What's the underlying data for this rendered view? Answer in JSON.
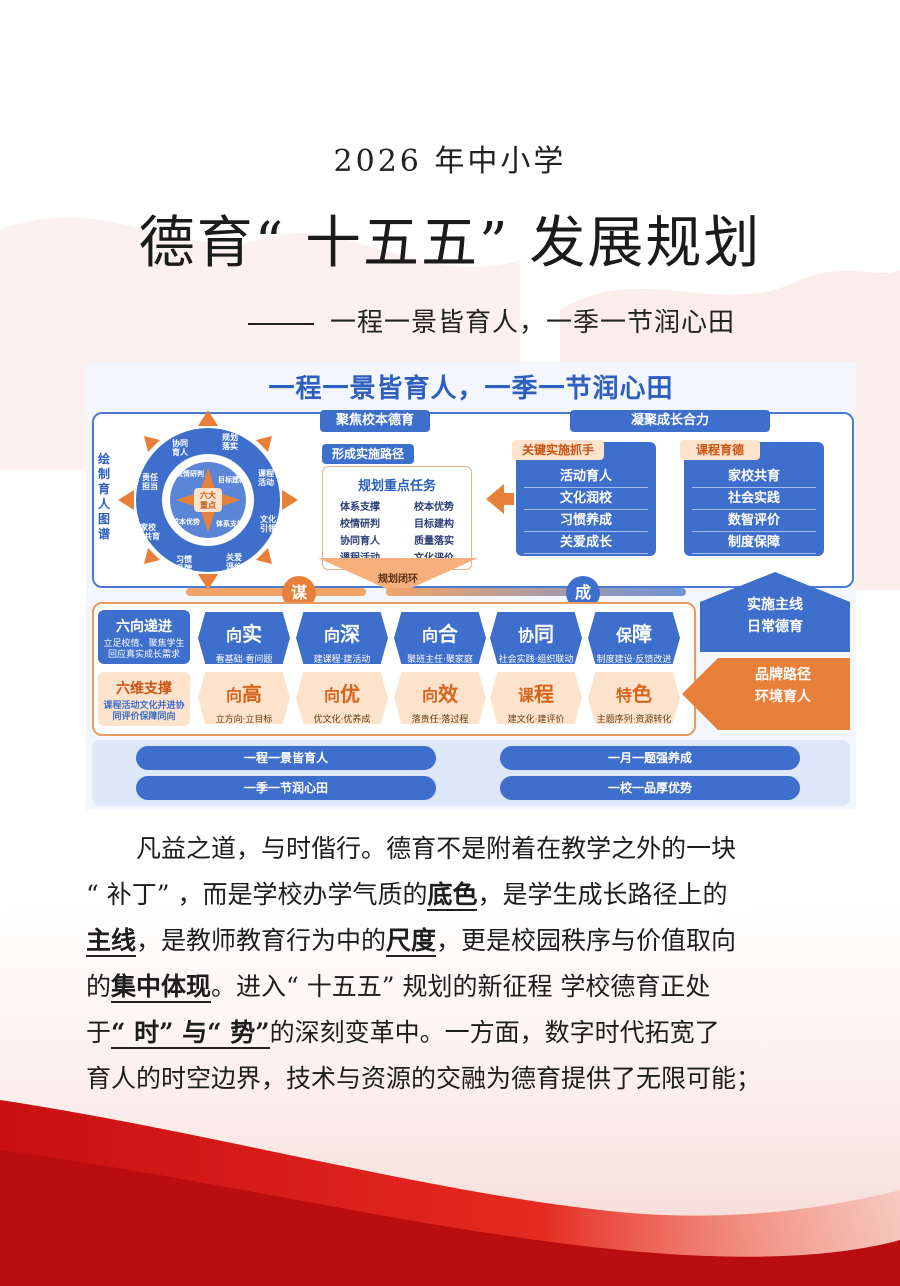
{
  "header": {
    "year_line": "2026 年中小学",
    "main_title": "德育“ 十五五” 发展规划",
    "subtitle": "一程一景皆育人，一季一节润心田"
  },
  "infographic": {
    "title": "一程一景皆育人，一季一节润心田",
    "tab_left": "聚焦校本德育",
    "tab_right": "凝聚成长合力",
    "vertical_label": "绘制育人图谱",
    "wheel": {
      "center": "六大重点",
      "outer": [
        "协同育人",
        "规划落实",
        "课程活动",
        "文化引领",
        "关爱评价",
        "习惯品牌",
        "家校社共育",
        "责任担当"
      ],
      "inner": [
        "校情研判",
        "目标建构",
        "体系支撑",
        "校本优势"
      ]
    },
    "path_panel": {
      "head": "形成实施路径",
      "title": "规划重点任务",
      "items": [
        "体系支撑",
        "校本优势",
        "校情研判",
        "目标建构",
        "协同育人",
        "质量落实",
        "课程活动",
        "文化评价"
      ]
    },
    "key_panel": {
      "head": "关键实施抓手",
      "items": [
        "活动育人",
        "文化润校",
        "习惯养成",
        "关爱成长"
      ]
    },
    "course_panel": {
      "head": "课程育德",
      "items": [
        "家校共育",
        "社会实践",
        "数智评价",
        "制度保障"
      ]
    },
    "loop_label": "规划闭环",
    "badge_left": "谋",
    "badge_right": "成",
    "row1_head": {
      "title": "六向递进",
      "desc": "立足校情、聚焦学生回应真实成长需求"
    },
    "row2_head": {
      "title": "六维支撑",
      "desc": "课程活动文化并进协同评价保障同向"
    },
    "row1": [
      {
        "pre": "向",
        "key": "实",
        "desc": "看基础·看问题"
      },
      {
        "pre": "向",
        "key": "深",
        "desc": "建课程·建活动"
      },
      {
        "pre": "向",
        "key": "合",
        "desc": "聚班主任·聚家庭"
      },
      {
        "pre": "协",
        "key": "同",
        "desc": "社会实践·组织联动"
      },
      {
        "pre": "保",
        "key": "障",
        "desc": "制度建设·反馈改进"
      }
    ],
    "row2": [
      {
        "pre": "向",
        "key": "高",
        "desc": "立方向·立目标"
      },
      {
        "pre": "向",
        "key": "优",
        "desc": "优文化·优养成"
      },
      {
        "pre": "向",
        "key": "效",
        "desc": "落责任·落过程"
      },
      {
        "pre": "课",
        "key": "程",
        "desc": "建文化·建评价"
      },
      {
        "pre": "特",
        "key": "色",
        "desc": "主题序列·资源转化"
      }
    ],
    "right_blue": [
      "实施主线",
      "日常德育"
    ],
    "right_orange": [
      "品牌路径",
      "环境育人"
    ],
    "pills": [
      "一程一景皆育人",
      "一月一题强养成",
      "一季一节润心田",
      "一校一品厚优势"
    ]
  },
  "body": {
    "p1_a": "凡益之道",
    "p1_b": "与时偕行",
    "p1_c": "德育不是附着在教学之外的一块",
    "p2_a": "“ 补丁” ，而是学校办学气质的",
    "p2_u": "底色",
    "p2_b": "，是学生成长路径上的",
    "p3_u1": "主线",
    "p3_a": "，是教师教育行为中的",
    "p3_u2": "尺度",
    "p3_b": "，更是校园秩序与价值取向",
    "p4_a": "的",
    "p4_u": "集中体现",
    "p4_b": "。进入“ 十五五” 规划的新征程 学校德育正处",
    "p5_a": "于",
    "p5_u": "“ 时” 与“ 势”",
    "p5_b": "的深刻变革中。一方面，数字时代拓宽了",
    "p6": "育人的时空边界，技术与资源的交融为德育提供了无限可能；"
  },
  "colors": {
    "blue": "#3f6fcc",
    "orange": "#e9803a",
    "red": "#d61f1f"
  }
}
